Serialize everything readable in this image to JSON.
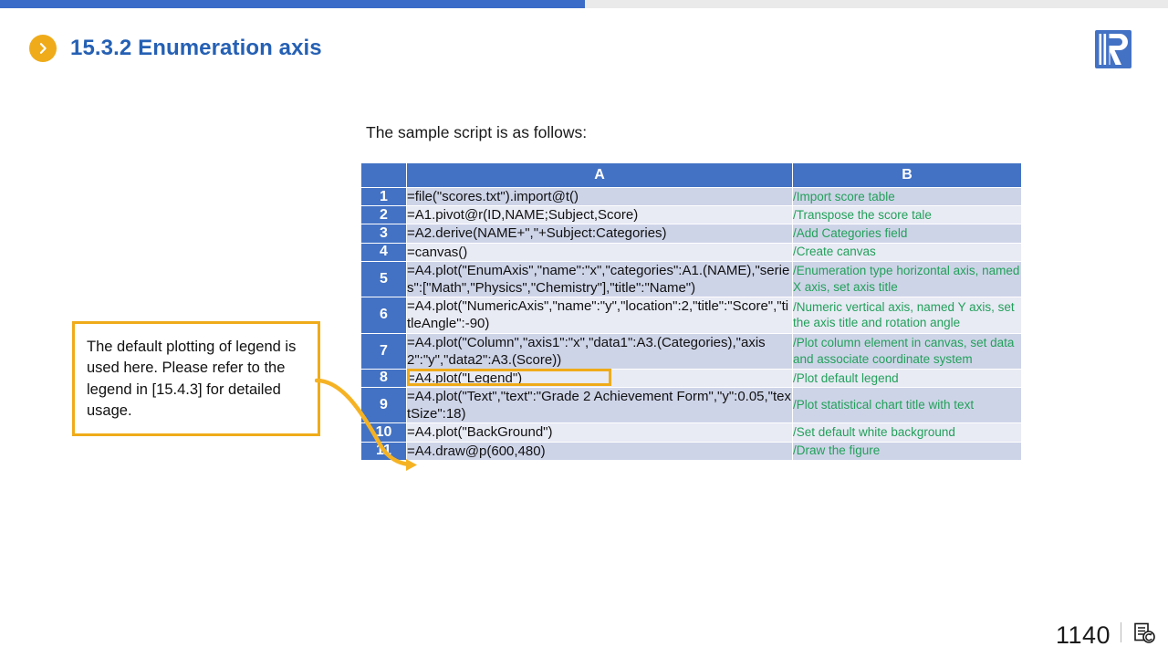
{
  "topbar": {
    "accent_color": "#3b6cc8",
    "track_color": "#eaeaea"
  },
  "header": {
    "title": "15.3.2 Enumeration axis",
    "title_color": "#2560b4",
    "bullet_icon": "chevron-right-circle-icon",
    "bullet_color": "#efab19",
    "logo_icon": "raqsoft-book-r-logo",
    "logo_color": "#4372c4"
  },
  "intro": {
    "text": "The sample script is as follows:"
  },
  "table": {
    "header_color": "#4372c4",
    "row_shade_dark": "#ced4e8",
    "row_shade_light": "#e8eaf4",
    "comment_color": "#22a05a",
    "columns": [
      "",
      "A",
      "B"
    ],
    "rows": [
      {
        "num": "1",
        "a": "=file(\"scores.txt\").import@t()",
        "b": "/Import score table"
      },
      {
        "num": "2",
        "a": "=A1.pivot@r(ID,NAME;Subject,Score)",
        "b": "/Transpose the score tale"
      },
      {
        "num": "3",
        "a": "=A2.derive(NAME+\",\"+Subject:Categories)",
        "b": "/Add Categories field"
      },
      {
        "num": "4",
        "a": "=canvas()",
        "b": "/Create canvas"
      },
      {
        "num": "5",
        "a": "=A4.plot(\"EnumAxis\",\"name\":\"x\",\"categories\":A1.(NAME),\"series\":[\"Math\",\"Physics\",\"Chemistry\"],\"title\":\"Name\")",
        "b": "/Enumeration type horizontal axis, named X axis, set axis title"
      },
      {
        "num": "6",
        "a": "=A4.plot(\"NumericAxis\",\"name\":\"y\",\"location\":2,\"title\":\"Score\",\"titleAngle\":-90)",
        "b": "/Numeric vertical axis, named Y axis, set the axis title and rotation angle"
      },
      {
        "num": "7",
        "a": "=A4.plot(\"Column\",\"axis1\":\"x\",\"data1\":A3.(Categories),\"axis2\":\"y\",\"data2\":A3.(Score))",
        "b": "/Plot column element in canvas, set data and associate coordinate system"
      },
      {
        "num": "8",
        "a": "=A4.plot(\"Legend\")",
        "b": "/Plot default legend",
        "highlight": true
      },
      {
        "num": "9",
        "a": "=A4.plot(\"Text\",\"text\":\"Grade 2 Achievement Form\",\"y\":0.05,\"textSize\":18)",
        "b": "/Plot statistical chart title with text"
      },
      {
        "num": "10",
        "a": "=A4.plot(\"BackGround\")",
        "b": "/Set default white background"
      },
      {
        "num": "11",
        "a": "=A4.draw@p(600,480)",
        "b": "/Draw the figure"
      }
    ]
  },
  "callout": {
    "text": "The default plotting of legend is used here. Please refer to the legend in [15.4.3] for detailed usage.",
    "border_color": "#efab19",
    "arrow_icon": "curved-arrow-icon"
  },
  "footer": {
    "page_number": "1140",
    "icon": "document-back-icon"
  }
}
